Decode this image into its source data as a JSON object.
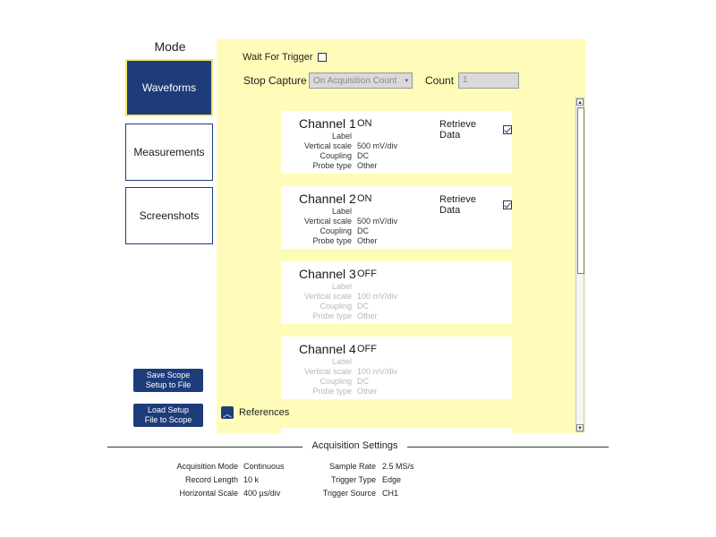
{
  "mode": {
    "title": "Mode",
    "buttons": [
      {
        "label": "Waveforms",
        "active": true
      },
      {
        "label": "Measurements",
        "active": false
      },
      {
        "label": "Screenshots",
        "active": false
      }
    ]
  },
  "actions": {
    "save_setup": [
      "Save Scope",
      "Setup to File"
    ],
    "load_setup": [
      "Load Setup",
      "File to Scope"
    ]
  },
  "capture": {
    "wait_for_trigger_label": "Wait For Trigger",
    "wait_for_trigger_checked": false,
    "stop_capture_label": "Stop Capture",
    "stop_capture_value": "On Acquisition Count",
    "count_label": "Count",
    "count_value": "1"
  },
  "channels": [
    {
      "title": "Channel 1",
      "state": "ON",
      "label_key": "Label",
      "label_value": "",
      "vscale_key": "Vertical scale",
      "vscale": "500 mV/div",
      "coupling_key": "Coupling",
      "coupling": "DC",
      "probe_key": "Probe type",
      "probe": "Other",
      "retrieve_label": "Retrieve Data",
      "retrieve_checked": true
    },
    {
      "title": "Channel 2",
      "state": "ON",
      "label_key": "Label",
      "label_value": "",
      "vscale_key": "Vertical scale",
      "vscale": "500 mV/div",
      "coupling_key": "Coupling",
      "coupling": "DC",
      "probe_key": "Probe type",
      "probe": "Other",
      "retrieve_label": "Retrieve Data",
      "retrieve_checked": true
    },
    {
      "title": "Channel 3",
      "state": "OFF",
      "label_key": "Label",
      "label_value": "",
      "vscale_key": "Vertical scale",
      "vscale": "100 mV/div",
      "coupling_key": "Coupling",
      "coupling": "DC",
      "probe_key": "Probe type",
      "probe": "Other"
    },
    {
      "title": "Channel 4",
      "state": "OFF",
      "label_key": "Label",
      "label_value": "",
      "vscale_key": "Vertical scale",
      "vscale": "100 mV/div",
      "coupling_key": "Coupling",
      "coupling": "DC",
      "probe_key": "Probe type",
      "probe": "Other"
    }
  ],
  "references": {
    "label": "References",
    "icon": "chevron-up-icon"
  },
  "acquisition": {
    "title": "Acquisition Settings",
    "left": [
      {
        "label": "Acquisition Mode",
        "value": "Continuous"
      },
      {
        "label": "Record Length",
        "value": "10 k"
      },
      {
        "label": "Horizontal Scale",
        "value": "400 µs/div"
      }
    ],
    "right": [
      {
        "label": "Sample Rate",
        "value": "2.5 MS/s"
      },
      {
        "label": "Trigger Type",
        "value": "Edge"
      },
      {
        "label": "Trigger Source",
        "value": "CH1"
      }
    ]
  },
  "colors": {
    "accent": "#1f3c7a",
    "panel": "#fffbb8",
    "active_border": "#f2e66a"
  }
}
